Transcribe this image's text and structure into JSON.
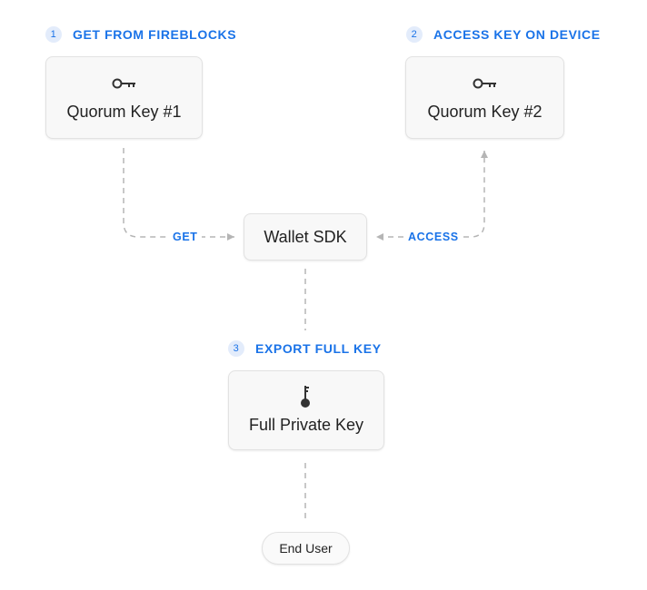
{
  "steps": [
    {
      "number": "1",
      "label": "GET FROM FIREBLOCKS"
    },
    {
      "number": "2",
      "label": "ACCESS KEY ON DEVICE"
    },
    {
      "number": "3",
      "label": "EXPORT FULL KEY"
    }
  ],
  "nodes": {
    "quorum_key_1": {
      "label": "Quorum Key #1",
      "icon": "key-icon"
    },
    "quorum_key_2": {
      "label": "Quorum Key #2",
      "icon": "key-icon"
    },
    "wallet_sdk": {
      "label": "Wallet SDK"
    },
    "full_private_key": {
      "label": "Full Private Key",
      "icon": "key-upright-icon"
    },
    "end_user": {
      "label": "End User"
    }
  },
  "edges": {
    "get_label": "GET",
    "access_label": "ACCESS"
  },
  "colors": {
    "accent": "#1a73e8",
    "step_badge_bg": "#e3ecfb",
    "box_bg": "#f8f8f8",
    "box_border": "#e2e2e2",
    "connector": "#b5b5b5"
  }
}
